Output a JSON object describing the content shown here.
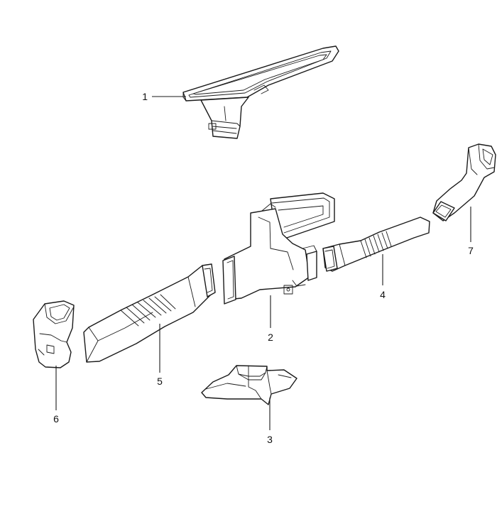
{
  "callouts": [
    {
      "id": "callout-1",
      "number": "1"
    },
    {
      "id": "callout-2",
      "number": "2"
    },
    {
      "id": "callout-3",
      "number": "3"
    },
    {
      "id": "callout-4",
      "number": "4"
    },
    {
      "id": "callout-5",
      "number": "5"
    },
    {
      "id": "callout-6",
      "number": "6"
    },
    {
      "id": "callout-7",
      "number": "7"
    }
  ]
}
